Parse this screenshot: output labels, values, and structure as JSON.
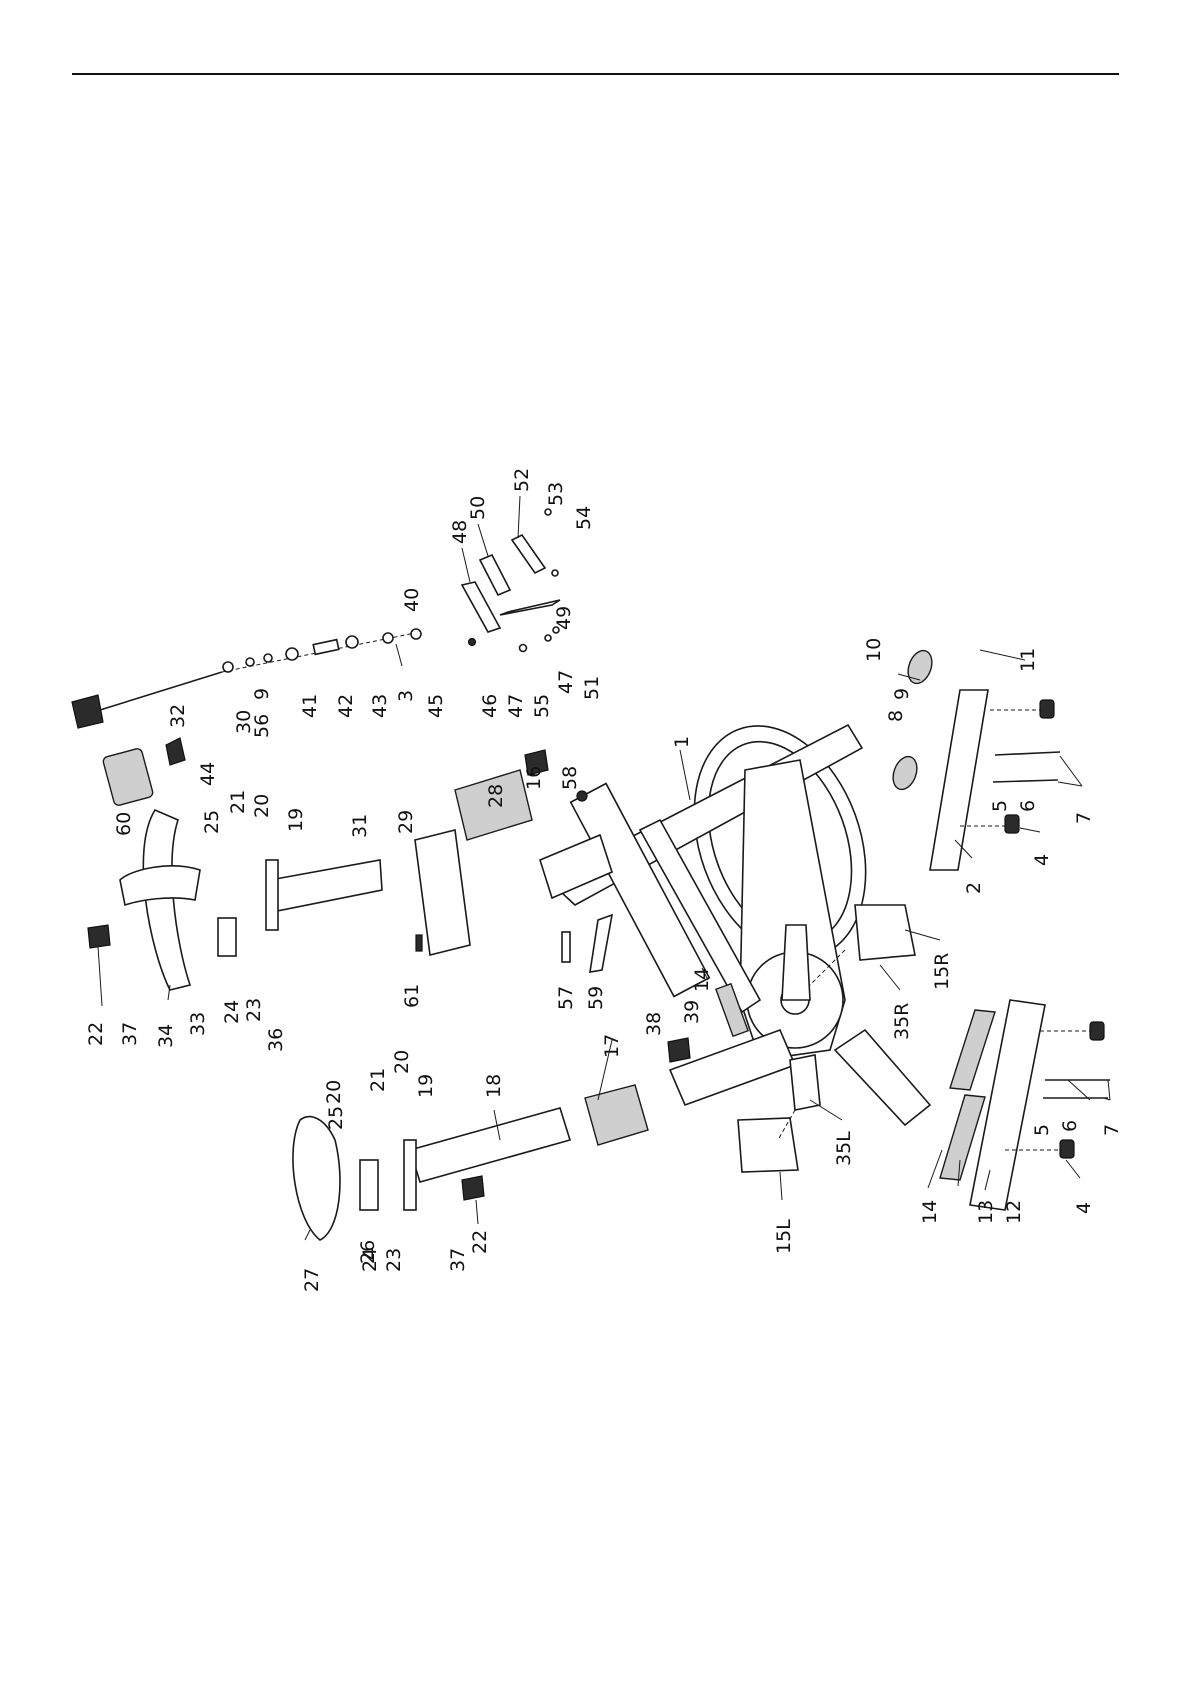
{
  "diagram": {
    "type": "exploded-parts-view",
    "line_color": "#1a1a1a",
    "callouts": [
      "1",
      "2",
      "3",
      "4",
      "4",
      "5",
      "5",
      "6",
      "6",
      "7",
      "7",
      "8",
      "9",
      "9",
      "10",
      "11",
      "12",
      "13",
      "14",
      "14",
      "15R",
      "15L",
      "16",
      "17",
      "18",
      "19",
      "19",
      "20",
      "20",
      "20",
      "21",
      "21",
      "22",
      "22",
      "23",
      "23",
      "24",
      "24",
      "25",
      "25",
      "26",
      "27",
      "28",
      "29",
      "30",
      "31",
      "32",
      "33",
      "34",
      "35R",
      "35L",
      "36",
      "37",
      "37",
      "38",
      "39",
      "40",
      "41",
      "42",
      "43",
      "44",
      "45",
      "46",
      "47",
      "47",
      "48",
      "49",
      "50",
      "51",
      "52",
      "53",
      "54",
      "55",
      "56",
      "57",
      "58",
      "59",
      "60",
      "61"
    ]
  }
}
